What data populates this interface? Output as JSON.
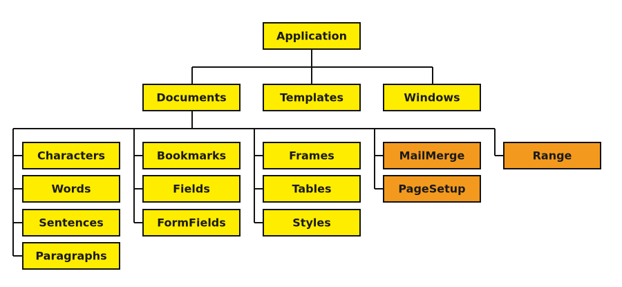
{
  "colors": {
    "standard": "#FFED00",
    "highlight": "#F39A1E",
    "line": "#111111"
  },
  "nodes": {
    "application": {
      "label": "Application",
      "variant": "standard"
    },
    "documents": {
      "label": "Documents",
      "variant": "standard"
    },
    "templates": {
      "label": "Templates",
      "variant": "standard"
    },
    "windows": {
      "label": "Windows",
      "variant": "standard"
    },
    "characters": {
      "label": "Characters",
      "variant": "standard"
    },
    "words": {
      "label": "Words",
      "variant": "standard"
    },
    "sentences": {
      "label": "Sentences",
      "variant": "standard"
    },
    "paragraphs": {
      "label": "Paragraphs",
      "variant": "standard"
    },
    "bookmarks": {
      "label": "Bookmarks",
      "variant": "standard"
    },
    "fields": {
      "label": "Fields",
      "variant": "standard"
    },
    "formfields": {
      "label": "FormFields",
      "variant": "standard"
    },
    "frames": {
      "label": "Frames",
      "variant": "standard"
    },
    "tables": {
      "label": "Tables",
      "variant": "standard"
    },
    "styles": {
      "label": "Styles",
      "variant": "standard"
    },
    "mailmerge": {
      "label": "MailMerge",
      "variant": "highlight"
    },
    "pagesetup": {
      "label": "PageSetup",
      "variant": "highlight"
    },
    "range": {
      "label": "Range",
      "variant": "highlight"
    }
  }
}
